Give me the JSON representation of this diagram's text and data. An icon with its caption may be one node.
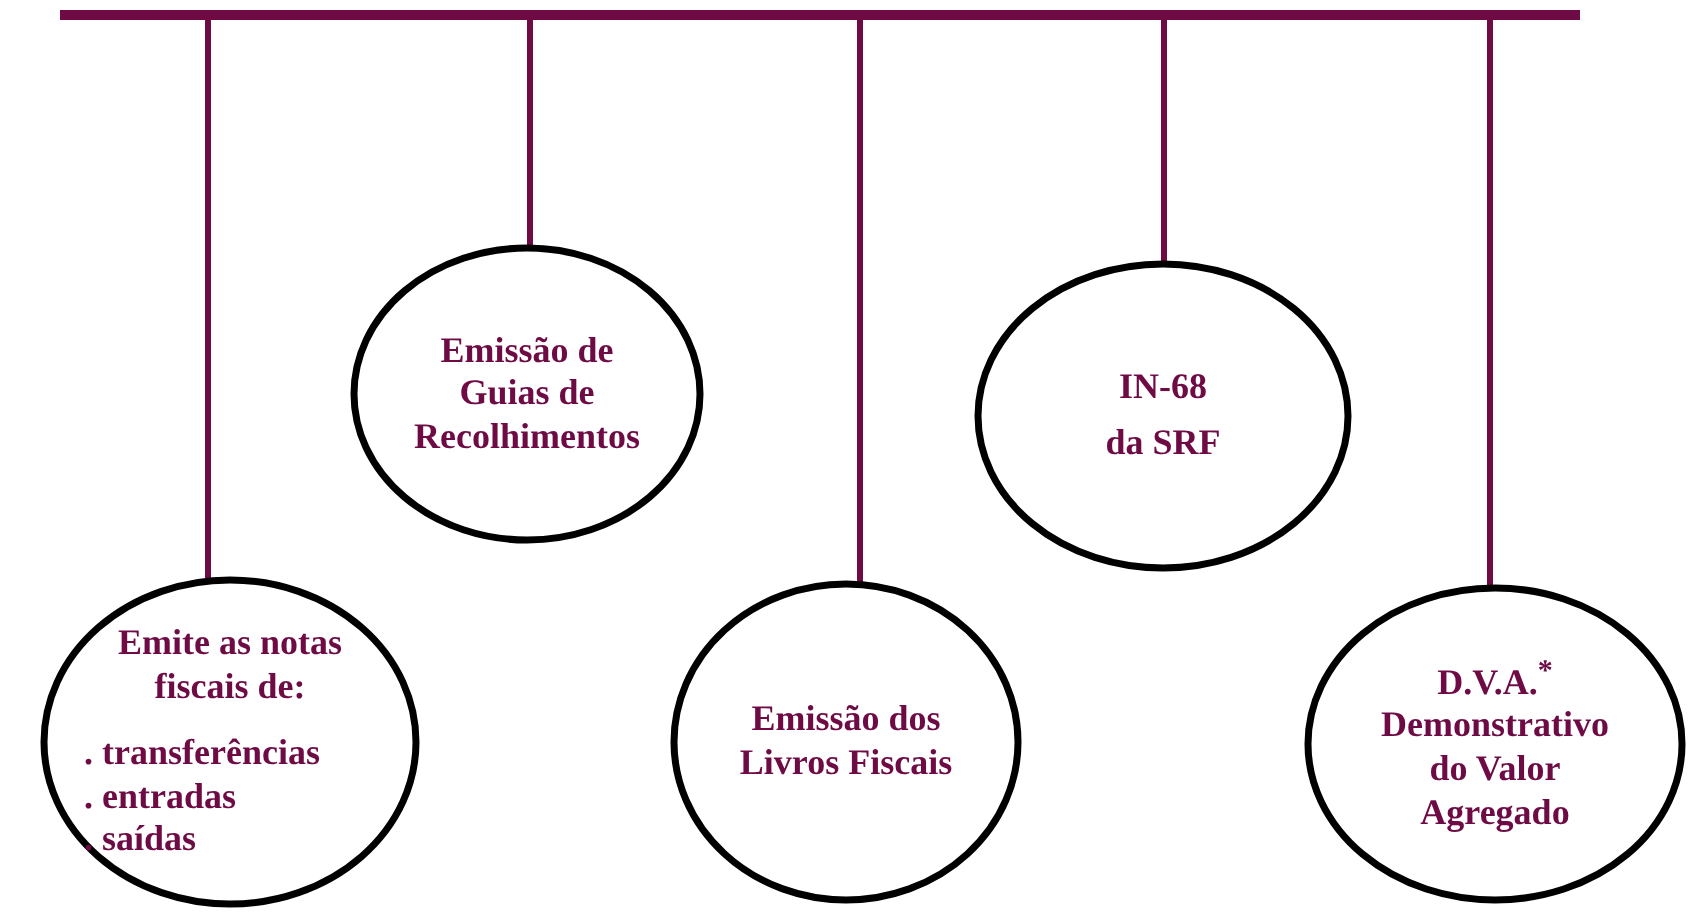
{
  "diagram": {
    "nodes": [
      {
        "text": [],
        "shape": "bar"
      },
      {
        "text": [
          "Emite as notas fiscais de:",
          ". transferências",
          ". entradas",
          ". saídas"
        ]
      },
      {
        "text": [
          "Emissão de Guias de Recolhimentos"
        ]
      },
      {
        "text": [
          "Emissão dos Livros Fiscais"
        ]
      },
      {
        "text": [
          "IN-68 da SRF"
        ]
      },
      {
        "text": [
          "D.V.A.$^{*}$",
          "Demonstrativo do Valor Agregado"
        ]
      }
    ],
    "edges": [
      {
        "from": 0,
        "to": 1,
        "arrow": "none"
      },
      {
        "from": 0,
        "to": 2,
        "arrow": "none"
      },
      {
        "from": 0,
        "to": 3,
        "arrow": "none"
      },
      {
        "from": 0,
        "to": 4,
        "arrow": "none"
      },
      {
        "from": 0,
        "to": 5,
        "arrow": "none"
      }
    ]
  }
}
